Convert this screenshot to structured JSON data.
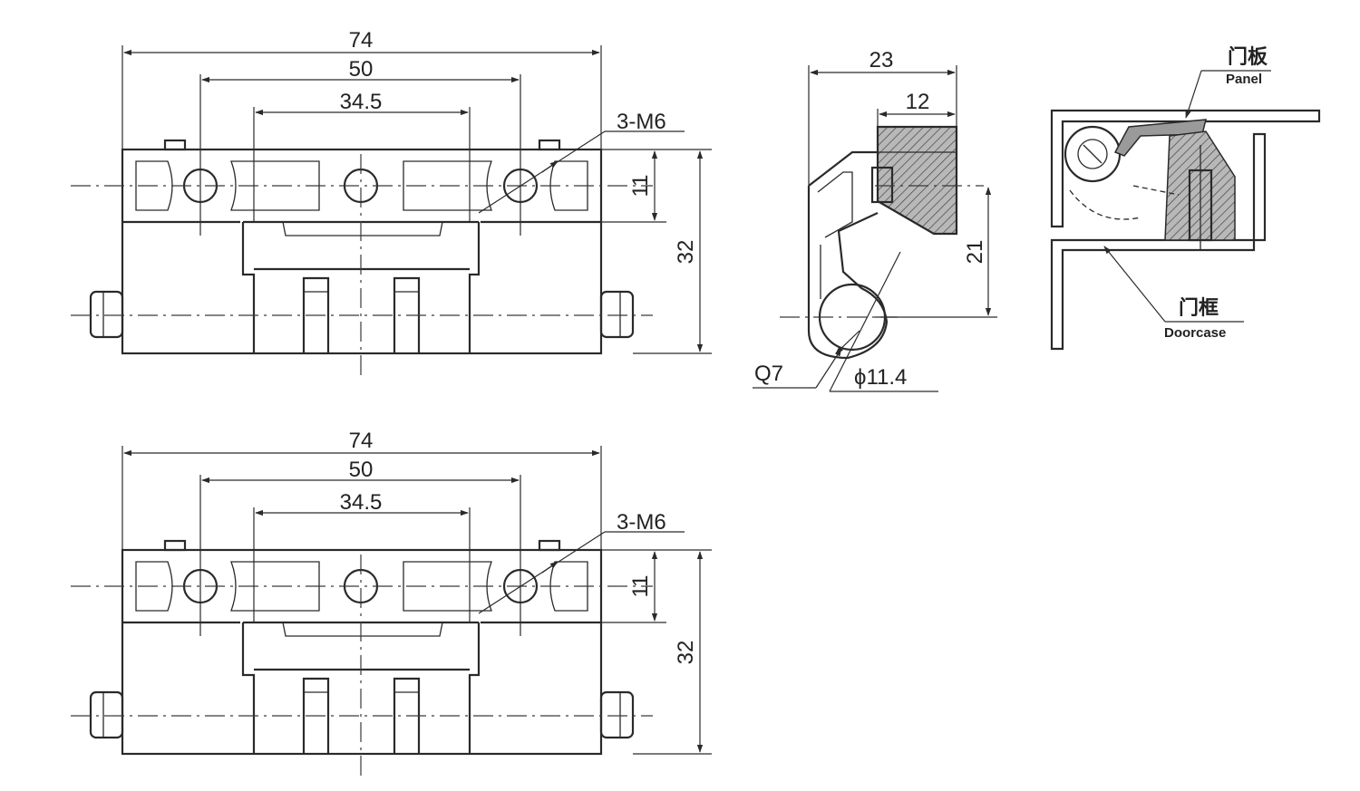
{
  "front_view_top": {
    "overall_width": "74",
    "hole_span": "50",
    "slot_span": "34.5",
    "thread": "3-M6",
    "hole_offset": "11",
    "height": "32"
  },
  "front_view_bottom": {
    "overall_width": "74",
    "hole_span": "50",
    "slot_span": "34.5",
    "thread": "3-M6",
    "hole_offset": "11",
    "height": "32"
  },
  "side_view": {
    "width": "23",
    "leaf_width": "12",
    "pin_height": "21",
    "radius": "Q7",
    "pin_diameter": "ϕ11.4"
  },
  "install_view": {
    "panel_cn": "门板",
    "panel_en": "Panel",
    "doorcase_cn": "门框",
    "doorcase_en": "Doorcase"
  }
}
